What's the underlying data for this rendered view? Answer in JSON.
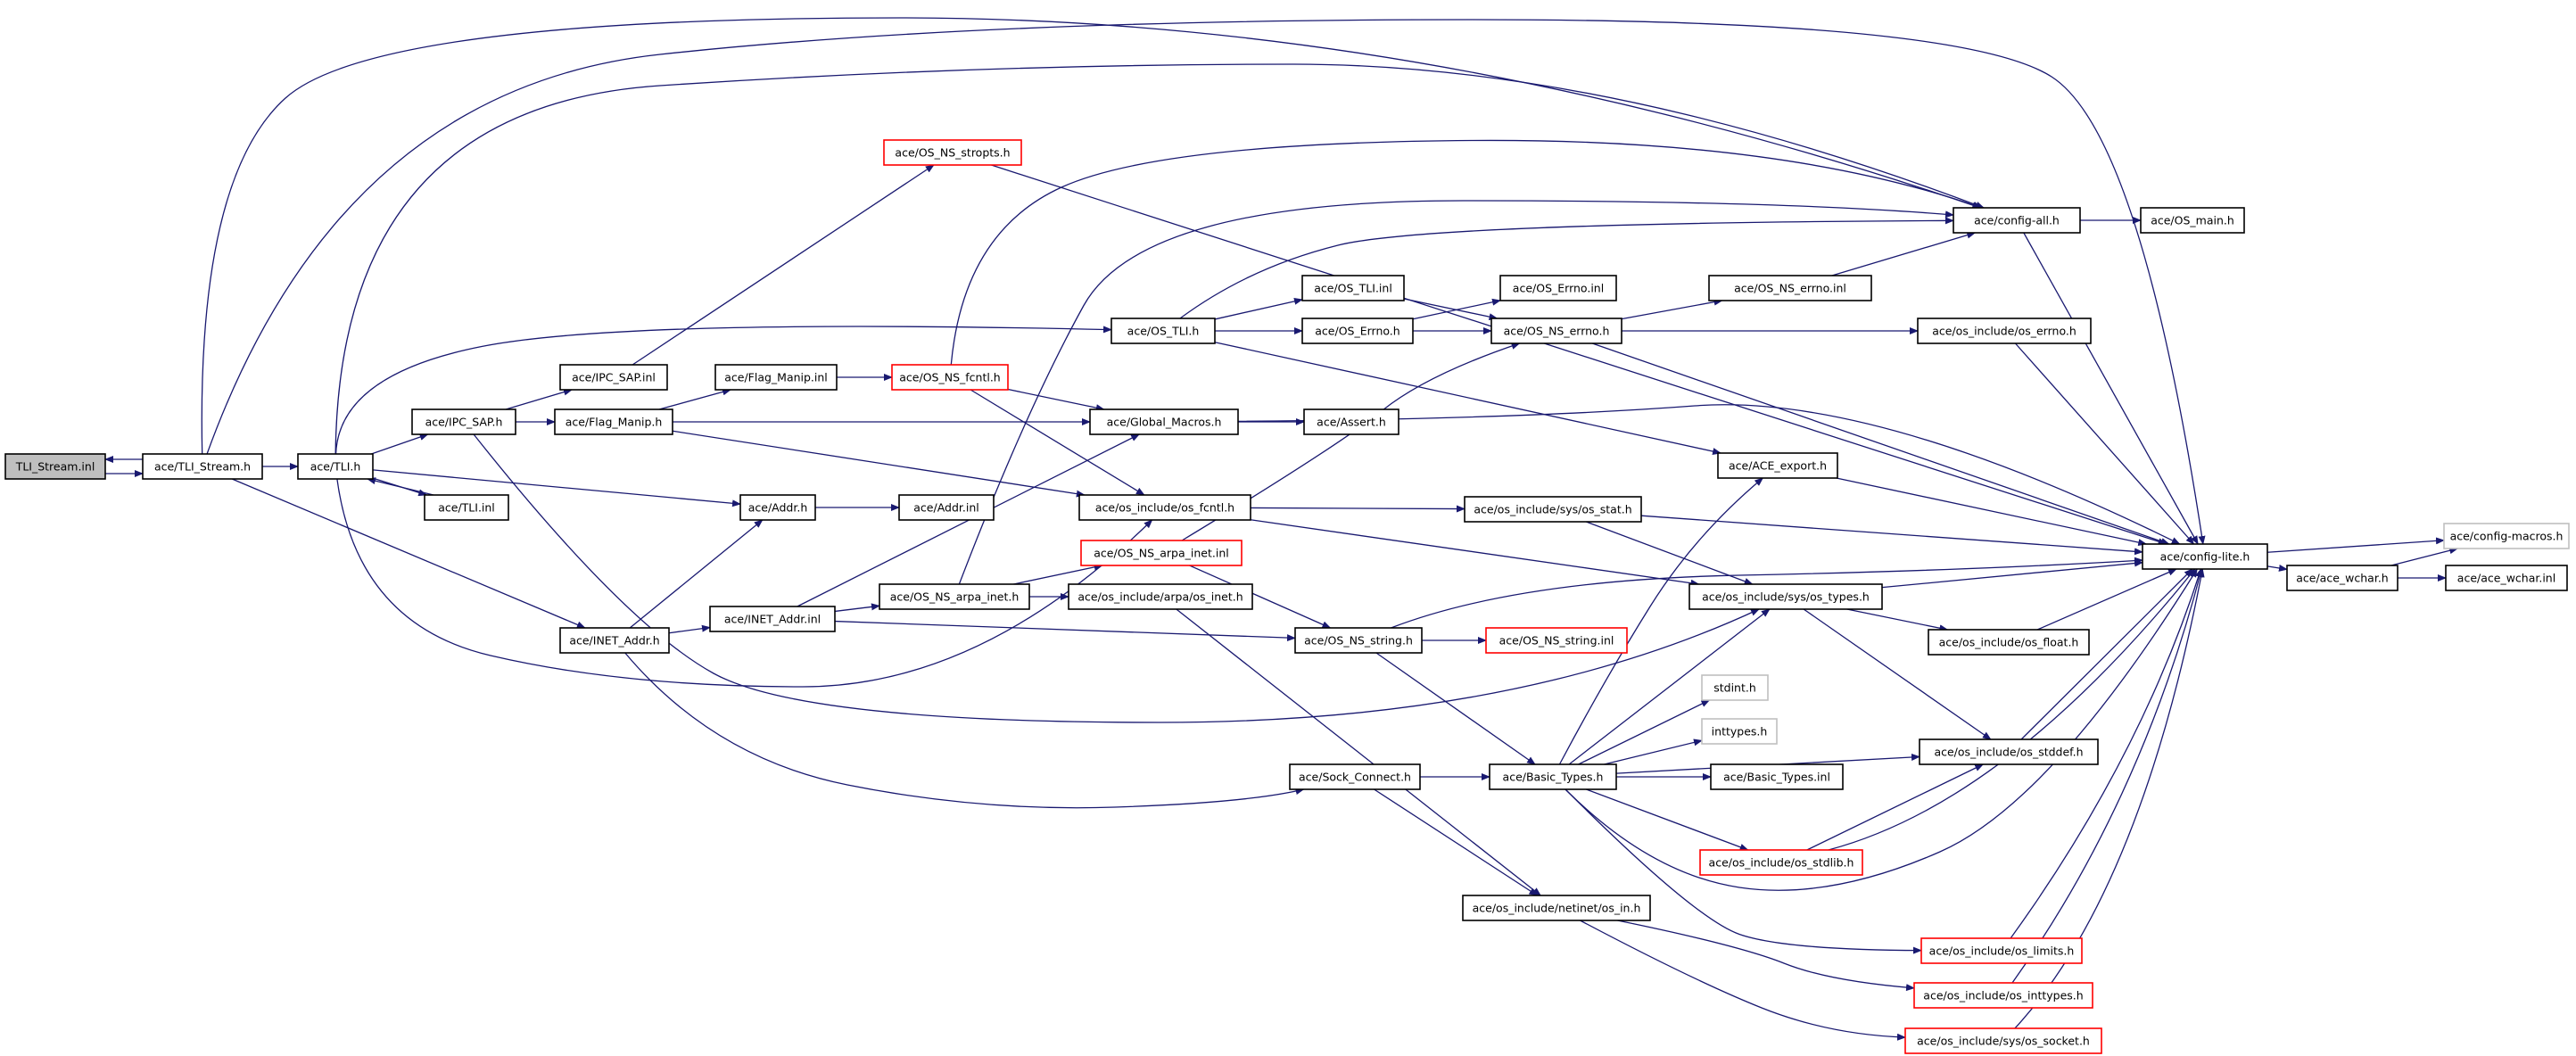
{
  "colors": {
    "edge": "#191970",
    "normal": "#000000",
    "truncated": "#ff0000",
    "external": "#bfbfbf",
    "root_fill": "#bfbfbf"
  },
  "nodes": [
    {
      "id": "n0",
      "label": "TLI_Stream.inl",
      "style": "root"
    },
    {
      "id": "n1",
      "label": "ace/TLI_Stream.h",
      "style": "normal"
    },
    {
      "id": "n2",
      "label": "ace/TLI.h",
      "style": "normal"
    },
    {
      "id": "n3",
      "label": "ace/IPC_SAP.h",
      "style": "normal"
    },
    {
      "id": "n4",
      "label": "ace/TLI.inl",
      "style": "normal"
    },
    {
      "id": "n5",
      "label": "ace/INET_Addr.h",
      "style": "normal"
    },
    {
      "id": "n6",
      "label": "ace/IPC_SAP.inl",
      "style": "normal"
    },
    {
      "id": "n7",
      "label": "ace/Flag_Manip.h",
      "style": "normal"
    },
    {
      "id": "n8",
      "label": "ace/OS_NS_stropts.h",
      "style": "truncated"
    },
    {
      "id": "n9",
      "label": "ace/Flag_Manip.inl",
      "style": "normal"
    },
    {
      "id": "n10",
      "label": "ace/Addr.h",
      "style": "normal"
    },
    {
      "id": "n11",
      "label": "ace/INET_Addr.inl",
      "style": "normal"
    },
    {
      "id": "n12",
      "label": "ace/OS_NS_fcntl.h",
      "style": "truncated"
    },
    {
      "id": "n13",
      "label": "ace/Addr.inl",
      "style": "normal"
    },
    {
      "id": "n14",
      "label": "ace/OS_NS_arpa_inet.h",
      "style": "normal"
    },
    {
      "id": "n15",
      "label": "ace/OS_NS_arpa_inet.inl",
      "style": "truncated"
    },
    {
      "id": "n16",
      "label": "ace/OS_TLI.h",
      "style": "normal"
    },
    {
      "id": "n17",
      "label": "ace/Global_Macros.h",
      "style": "normal"
    },
    {
      "id": "n18",
      "label": "ace/os_include/os_fcntl.h",
      "style": "normal"
    },
    {
      "id": "n19",
      "label": "ace/os_include/arpa/os_inet.h",
      "style": "normal"
    },
    {
      "id": "n20",
      "label": "ace/OS_NS_string.h",
      "style": "normal"
    },
    {
      "id": "n21",
      "label": "ace/Sock_Connect.h",
      "style": "normal"
    },
    {
      "id": "n22",
      "label": "ace/os_include/netinet/os_in.h",
      "style": "normal"
    },
    {
      "id": "n23",
      "label": "ace/OS_TLI.inl",
      "style": "normal"
    },
    {
      "id": "n24",
      "label": "ace/OS_Errno.h",
      "style": "normal"
    },
    {
      "id": "n25",
      "label": "ace/Assert.h",
      "style": "normal"
    },
    {
      "id": "n26",
      "label": "ace/OS_Errno.inl",
      "style": "normal"
    },
    {
      "id": "n27",
      "label": "ace/OS_NS_errno.h",
      "style": "normal"
    },
    {
      "id": "n28",
      "label": "ace/os_include/sys/os_stat.h",
      "style": "normal"
    },
    {
      "id": "n29",
      "label": "ace/OS_NS_string.inl",
      "style": "truncated"
    },
    {
      "id": "n30",
      "label": "ace/Basic_Types.h",
      "style": "normal"
    },
    {
      "id": "n31",
      "label": "ace/OS_NS_errno.inl",
      "style": "normal"
    },
    {
      "id": "n32",
      "label": "ace/ACE_export.h",
      "style": "normal"
    },
    {
      "id": "n33",
      "label": "ace/os_include/sys/os_types.h",
      "style": "normal"
    },
    {
      "id": "n34",
      "label": "stdint.h",
      "style": "external"
    },
    {
      "id": "n35",
      "label": "inttypes.h",
      "style": "external"
    },
    {
      "id": "n36",
      "label": "ace/Basic_Types.inl",
      "style": "normal"
    },
    {
      "id": "n37",
      "label": "ace/os_include/os_stdlib.h",
      "style": "truncated"
    },
    {
      "id": "n38",
      "label": "ace/config-all.h",
      "style": "normal"
    },
    {
      "id": "n39",
      "label": "ace/os_include/os_errno.h",
      "style": "normal"
    },
    {
      "id": "n40",
      "label": "ace/os_include/os_float.h",
      "style": "normal"
    },
    {
      "id": "n41",
      "label": "ace/os_include/os_stddef.h",
      "style": "normal"
    },
    {
      "id": "n42",
      "label": "ace/os_include/os_limits.h",
      "style": "truncated"
    },
    {
      "id": "n43",
      "label": "ace/os_include/os_inttypes.h",
      "style": "truncated"
    },
    {
      "id": "n44",
      "label": "ace/os_include/sys/os_socket.h",
      "style": "truncated"
    },
    {
      "id": "n45",
      "label": "ace/OS_main.h",
      "style": "normal"
    },
    {
      "id": "n46",
      "label": "ace/config-lite.h",
      "style": "normal"
    },
    {
      "id": "n47",
      "label": "ace/ace_wchar.h",
      "style": "normal"
    },
    {
      "id": "n48",
      "label": "ace/config-macros.h",
      "style": "external"
    },
    {
      "id": "n49",
      "label": "ace/ace_wchar.inl",
      "style": "normal"
    }
  ],
  "edges": [
    [
      "n1",
      "n0"
    ],
    [
      "n0",
      "n1"
    ],
    [
      "n1",
      "n2"
    ],
    [
      "n1",
      "n5"
    ],
    [
      "n1",
      "n38"
    ],
    [
      "n1",
      "n46"
    ],
    [
      "n2",
      "n3"
    ],
    [
      "n2",
      "n4"
    ],
    [
      "n4",
      "n2"
    ],
    [
      "n2",
      "n10"
    ],
    [
      "n2",
      "n16"
    ],
    [
      "n2",
      "n18"
    ],
    [
      "n2",
      "n38"
    ],
    [
      "n3",
      "n6"
    ],
    [
      "n3",
      "n7"
    ],
    [
      "n3",
      "n33"
    ],
    [
      "n6",
      "n8"
    ],
    [
      "n7",
      "n9"
    ],
    [
      "n7",
      "n17"
    ],
    [
      "n7",
      "n18"
    ],
    [
      "n9",
      "n12"
    ],
    [
      "n12",
      "n17"
    ],
    [
      "n12",
      "n18"
    ],
    [
      "n12",
      "n38"
    ],
    [
      "n8",
      "n46"
    ],
    [
      "n5",
      "n10"
    ],
    [
      "n5",
      "n11"
    ],
    [
      "n5",
      "n21"
    ],
    [
      "n10",
      "n13"
    ],
    [
      "n11",
      "n14"
    ],
    [
      "n11",
      "n17"
    ],
    [
      "n11",
      "n20"
    ],
    [
      "n14",
      "n15"
    ],
    [
      "n14",
      "n19"
    ],
    [
      "n14",
      "n38"
    ],
    [
      "n15",
      "n20"
    ],
    [
      "n15",
      "n27"
    ],
    [
      "n19",
      "n22"
    ],
    [
      "n16",
      "n23"
    ],
    [
      "n16",
      "n24"
    ],
    [
      "n16",
      "n32"
    ],
    [
      "n16",
      "n38"
    ],
    [
      "n23",
      "n27"
    ],
    [
      "n24",
      "n26"
    ],
    [
      "n24",
      "n27"
    ],
    [
      "n27",
      "n31"
    ],
    [
      "n27",
      "n39"
    ],
    [
      "n27",
      "n46"
    ],
    [
      "n31",
      "n38"
    ],
    [
      "n17",
      "n25"
    ],
    [
      "n17",
      "n46"
    ],
    [
      "n18",
      "n28"
    ],
    [
      "n18",
      "n33"
    ],
    [
      "n28",
      "n33"
    ],
    [
      "n28",
      "n46"
    ],
    [
      "n20",
      "n29"
    ],
    [
      "n20",
      "n30"
    ],
    [
      "n20",
      "n46"
    ],
    [
      "n21",
      "n30"
    ],
    [
      "n21",
      "n22"
    ],
    [
      "n22",
      "n43"
    ],
    [
      "n22",
      "n44"
    ],
    [
      "n30",
      "n32"
    ],
    [
      "n30",
      "n33"
    ],
    [
      "n30",
      "n34"
    ],
    [
      "n30",
      "n35"
    ],
    [
      "n30",
      "n36"
    ],
    [
      "n30",
      "n37"
    ],
    [
      "n30",
      "n41"
    ],
    [
      "n30",
      "n42"
    ],
    [
      "n30",
      "n46"
    ],
    [
      "n32",
      "n46"
    ],
    [
      "n33",
      "n40"
    ],
    [
      "n33",
      "n41"
    ],
    [
      "n33",
      "n46"
    ],
    [
      "n37",
      "n41"
    ],
    [
      "n37",
      "n46"
    ],
    [
      "n39",
      "n46"
    ],
    [
      "n40",
      "n46"
    ],
    [
      "n41",
      "n46"
    ],
    [
      "n42",
      "n46"
    ],
    [
      "n43",
      "n46"
    ],
    [
      "n44",
      "n46"
    ],
    [
      "n38",
      "n45"
    ],
    [
      "n38",
      "n46"
    ],
    [
      "n46",
      "n47"
    ],
    [
      "n46",
      "n48"
    ],
    [
      "n47",
      "n48"
    ],
    [
      "n47",
      "n49"
    ]
  ]
}
